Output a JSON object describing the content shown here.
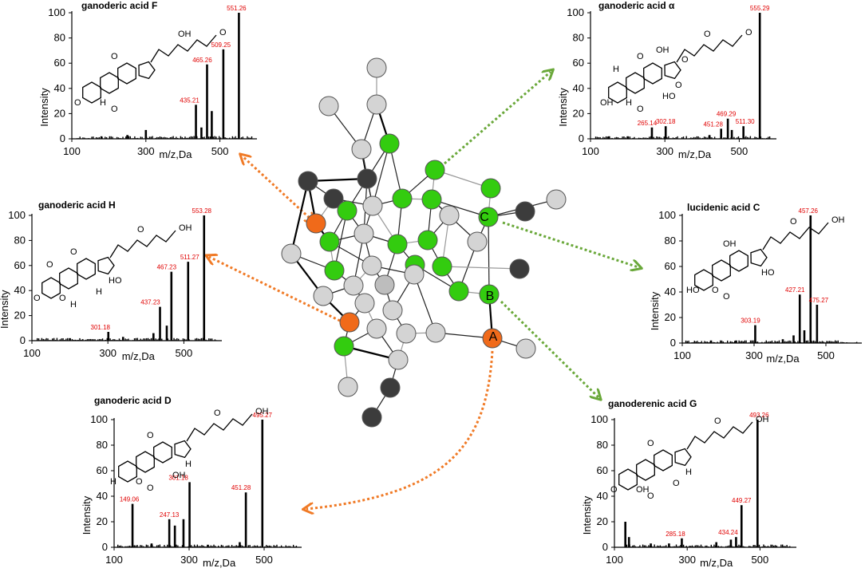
{
  "network": {
    "node_labels": {
      "A": "A",
      "B": "B",
      "C": "C"
    },
    "colors": {
      "green": "#33cc0f",
      "light_gray": "#d4d4d4",
      "mid_gray": "#bdbdbd",
      "dark_gray": "#3c3c3c",
      "orange": "#f06a1a",
      "arrow_orange": "#f07a26",
      "arrow_green": "#6aa83a"
    }
  },
  "spectra": [
    {
      "id": "F",
      "title": "ganoderic acid F",
      "ylabel": "Intensity",
      "xlabel": "m/z,Da",
      "y_ticks": [
        "0",
        "20",
        "40",
        "60",
        "80",
        "100"
      ],
      "x_ticks": [
        "100",
        "300",
        "500"
      ],
      "peak_labels": [
        "551.26",
        "509.25",
        "465.26",
        "435.21"
      ],
      "peaks": [
        [
          551.26,
          100
        ],
        [
          509.25,
          71
        ],
        [
          465.26,
          59
        ],
        [
          435.21,
          27
        ],
        [
          478,
          22
        ],
        [
          450,
          9
        ],
        [
          300,
          7
        ],
        [
          250,
          3
        ],
        [
          180,
          2
        ]
      ]
    },
    {
      "id": "alpha",
      "title": "ganoderic acid α",
      "ylabel": "Intensity",
      "xlabel": "m/z,Da",
      "y_ticks": [
        "0",
        "20",
        "40",
        "60",
        "80",
        "100"
      ],
      "x_ticks": [
        "100",
        "300",
        "500"
      ],
      "peak_labels": [
        "555.29",
        "469.29",
        "451.28",
        "511.30",
        "265.14",
        "302.18"
      ],
      "peaks": [
        [
          555.29,
          100
        ],
        [
          469.29,
          16
        ],
        [
          451.28,
          8
        ],
        [
          511.3,
          10
        ],
        [
          265.14,
          9
        ],
        [
          302.18,
          10
        ],
        [
          480,
          7
        ],
        [
          420,
          3
        ],
        [
          200,
          2
        ],
        [
          150,
          2
        ]
      ]
    },
    {
      "id": "H",
      "title": "ganoderic acid H",
      "ylabel": "Intensity",
      "xlabel": "m/z,Da",
      "y_ticks": [
        "0",
        "20",
        "40",
        "60",
        "80",
        "100"
      ],
      "x_ticks": [
        "100",
        "300",
        "500"
      ],
      "peak_labels": [
        "553.28",
        "467.23",
        "511.27",
        "437.23",
        "301.18"
      ],
      "peaks": [
        [
          553.28,
          100
        ],
        [
          467.23,
          55
        ],
        [
          511.27,
          63
        ],
        [
          437.23,
          27
        ],
        [
          301.18,
          7
        ],
        [
          455,
          12
        ],
        [
          420,
          6
        ],
        [
          340,
          3
        ],
        [
          200,
          2
        ]
      ]
    },
    {
      "id": "C",
      "title": "lucidenic acid C",
      "ylabel": "Intensity",
      "xlabel": "m/z,Da",
      "y_ticks": [
        "0",
        "20",
        "40",
        "60",
        "80",
        "100"
      ],
      "x_ticks": [
        "100",
        "300",
        "500"
      ],
      "peak_labels": [
        "457.26",
        "427.21",
        "475.27",
        "303.19"
      ],
      "peaks": [
        [
          457.26,
          100
        ],
        [
          427.21,
          38
        ],
        [
          475.27,
          30
        ],
        [
          303.19,
          14
        ],
        [
          440,
          10
        ],
        [
          410,
          6
        ],
        [
          380,
          3
        ],
        [
          250,
          2
        ],
        [
          180,
          2
        ]
      ]
    },
    {
      "id": "D",
      "title": "ganoderic acid D",
      "ylabel": "Intensity",
      "xlabel": "m/z,Da",
      "y_ticks": [
        "0",
        "20",
        "40",
        "60",
        "80",
        "100"
      ],
      "x_ticks": [
        "100",
        "300",
        "500"
      ],
      "peak_labels": [
        "495.27",
        "451.28",
        "301.18",
        "149.06",
        "247.13"
      ],
      "peaks": [
        [
          495.27,
          100
        ],
        [
          451.28,
          43
        ],
        [
          301.18,
          51
        ],
        [
          149.06,
          34
        ],
        [
          247.13,
          22
        ],
        [
          285,
          22
        ],
        [
          262,
          17
        ],
        [
          435,
          4
        ],
        [
          200,
          3
        ],
        [
          350,
          2
        ]
      ]
    },
    {
      "id": "G",
      "title": "ganoderenic acid G",
      "ylabel": "Intensity",
      "xlabel": "m/z,Da",
      "y_ticks": [
        "0",
        "20",
        "40",
        "60",
        "80",
        "100"
      ],
      "x_ticks": [
        "100",
        "300",
        "500"
      ],
      "peak_labels": [
        "493.26",
        "449.27",
        "285.18",
        "434.24"
      ],
      "peaks": [
        [
          493.26,
          100
        ],
        [
          449.27,
          33
        ],
        [
          285.18,
          7
        ],
        [
          434.24,
          8
        ],
        [
          130,
          20
        ],
        [
          140,
          8
        ],
        [
          420,
          6
        ],
        [
          380,
          4
        ],
        [
          250,
          3
        ],
        [
          200,
          3
        ]
      ]
    }
  ],
  "structure_labels": {
    "F": [
      "O",
      "OH",
      "O",
      "O",
      "H",
      "O"
    ],
    "alpha": [
      "O",
      "O",
      "OH",
      "O",
      "H",
      "O",
      "O",
      "HO",
      "H",
      "O",
      "OH"
    ],
    "H": [
      "OH",
      "O",
      "O",
      "H",
      "O",
      "O",
      "HO",
      "H",
      "O"
    ],
    "C": [
      "OH",
      "O",
      "HO",
      "O",
      "O",
      "OH",
      "HO"
    ],
    "D": [
      "OH",
      "O",
      "H",
      "O",
      "O",
      "O",
      "H",
      "OH"
    ],
    "G": [
      "OH",
      "O",
      "O",
      "O",
      "OH",
      "O",
      "H",
      "O"
    ]
  }
}
